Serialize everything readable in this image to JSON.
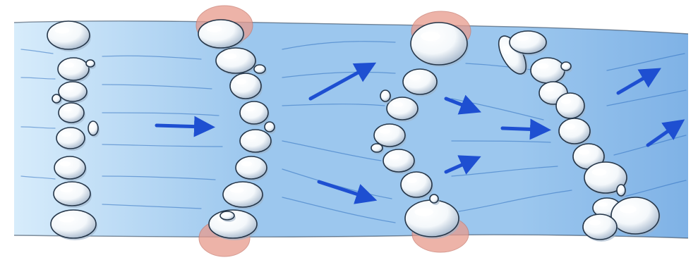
{
  "diagram": {
    "colors": {
      "water_light": "#d7ecfb",
      "water_mid": "#9cc7ee",
      "water_deep": "#7fb2e6",
      "current_line": "#2f6fc0",
      "arrow": "#1e4fd1",
      "boulder_fill": "#f4f8fb",
      "boulder_shadow": "#9fb2c8",
      "boulder_edge": "#243548",
      "bank_highlight": "#e89a8c",
      "paper": "#ffffff"
    },
    "icons": {
      "flow_arrow": "flow-arrow-icon",
      "boulder": "boulder-icon"
    },
    "panels": [
      {
        "id": "straight-weir",
        "shape": "straight",
        "highlighted_banks": false
      },
      {
        "id": "curved-weir",
        "shape": "concave-downstream",
        "highlighted_banks": true
      },
      {
        "id": "bent-weir",
        "shape": "angled-upstream",
        "highlighted_banks": true
      },
      {
        "id": "diagonal-weir",
        "shape": "diagonal",
        "highlighted_banks": false
      }
    ]
  }
}
